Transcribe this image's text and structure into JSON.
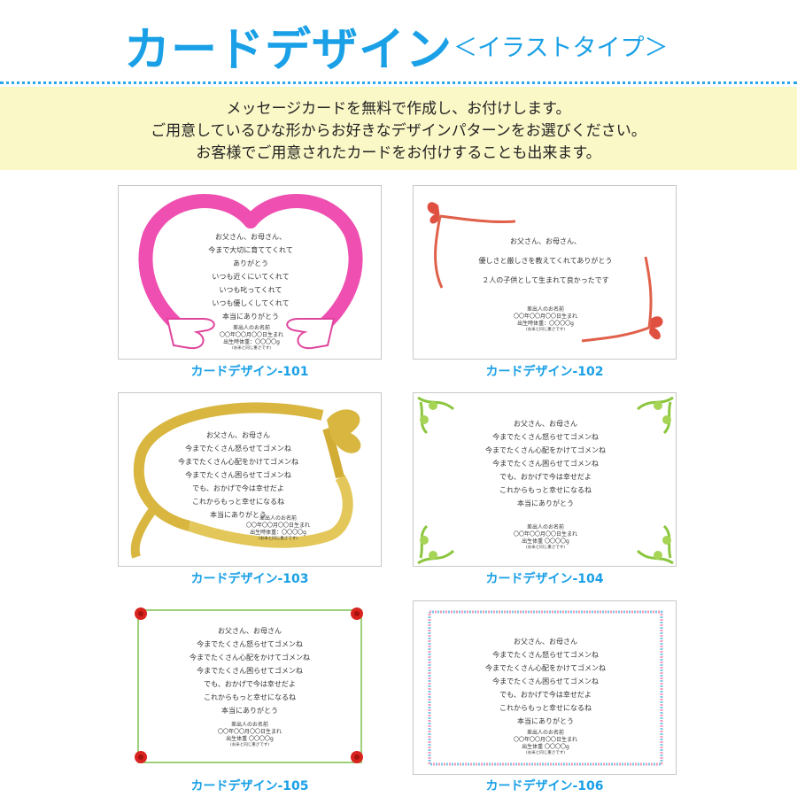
{
  "header": {
    "title": "カードデザイン",
    "subtitle": "＜イラストタイプ＞"
  },
  "notice": {
    "lines": [
      "メッセージカードを無料で作成し、お付けします。",
      "ご用意しているひな形からお好きなデザインパターンをお選びください。",
      "お客様でご用意されたカードをお付けすることも出来ます。"
    ]
  },
  "colors": {
    "accent": "#1aa0e6",
    "notice_bg": "#fbf8c8"
  },
  "cards": [
    {
      "caption": "カードデザイン-101",
      "motif": "pink-heart-hands",
      "lines": [
        "お父さん、お母さん、",
        "今まで大切に育ててくれて",
        "ありがとう",
        "いつも近くにいてくれて",
        "いつも叱ってくれて",
        "いつも優しくしてくれて",
        "本当にありがとう"
      ],
      "sender": [
        "差出人のお名前",
        "〇〇年〇〇月〇〇日生まれ",
        "出生時体重：〇〇〇〇g",
        "(お米と同じ重さです)"
      ]
    },
    {
      "caption": "カードデザイン-102",
      "motif": "red-ribbon",
      "lines": [
        "お父さん、お母さん、",
        "優しさと厳しさを教えてくれてありがとう",
        "２人の子供として生まれて良かったです"
      ],
      "sender": [
        "差出人のお名前",
        "〇〇年〇〇月〇〇日生まれ",
        "出生時体重：〇〇〇〇g",
        "(お米と同じ重さです)"
      ]
    },
    {
      "caption": "カードデザイン-103",
      "motif": "gold-ribbon",
      "lines": [
        "お父さん、お母さん",
        "今までたくさん怒らせてゴメンね",
        "今までたくさん心配をかけてゴメンね",
        "今までたくさん困らせてゴメンね",
        "でも、おかげで今は幸せだよ",
        "これからもっと幸せになるね",
        "本当にありがとう"
      ],
      "sender": [
        "差出人のお名前",
        "〇〇年〇〇月〇〇日生まれ",
        "出生時体重：〇〇〇〇g",
        "(お米と同じ重さです)"
      ]
    },
    {
      "caption": "カードデザイン-104",
      "motif": "green-vines",
      "lines": [
        "お父さん、お母さん",
        "今までたくさん怒らせてゴメンね",
        "今までたくさん心配をかけてゴメンね",
        "今までたくさん困らせてゴメンね",
        "でも、おかげで今は幸せだよ",
        "これからもっと幸せになるね",
        "本当にありがとう"
      ],
      "sender": [
        "差出人のお名前",
        "〇〇年〇〇月〇〇日生まれ",
        "出生体重 〇〇〇〇g",
        "(お米と同じ重さです)"
      ]
    },
    {
      "caption": "カードデザイン-105",
      "motif": "rose-frame",
      "lines": [
        "お父さん、お母さん",
        "今までたくさん怒らせてゴメンね",
        "今までたくさん心配をかけてゴメンね",
        "今までたくさん困らせてゴメンね",
        "でも、おかげで今は幸せだよ",
        "これからもっと幸せになるね",
        "本当にありがとう"
      ],
      "sender": [
        "差出人のお名前",
        "〇〇年〇〇月〇〇日生まれ",
        "出生体重 〇〇〇〇g",
        "(お米と同じ重さです)"
      ]
    },
    {
      "caption": "カードデザイン-106",
      "motif": "dotted-frame",
      "lines": [
        "お父さん、お母さん",
        "今までたくさん怒らせてゴメンね",
        "今までたくさん心配をかけてゴメンね",
        "今までたくさん困らせてゴメンね",
        "でも、おかげで今は幸せだよ",
        "これからもっと幸せになるね",
        "本当にありがとう"
      ],
      "sender": [
        "差出人のお名前",
        "〇〇年〇〇月〇〇日生まれ",
        "出生体重 〇〇〇〇g",
        "(お米と同じ重さです)"
      ]
    }
  ]
}
